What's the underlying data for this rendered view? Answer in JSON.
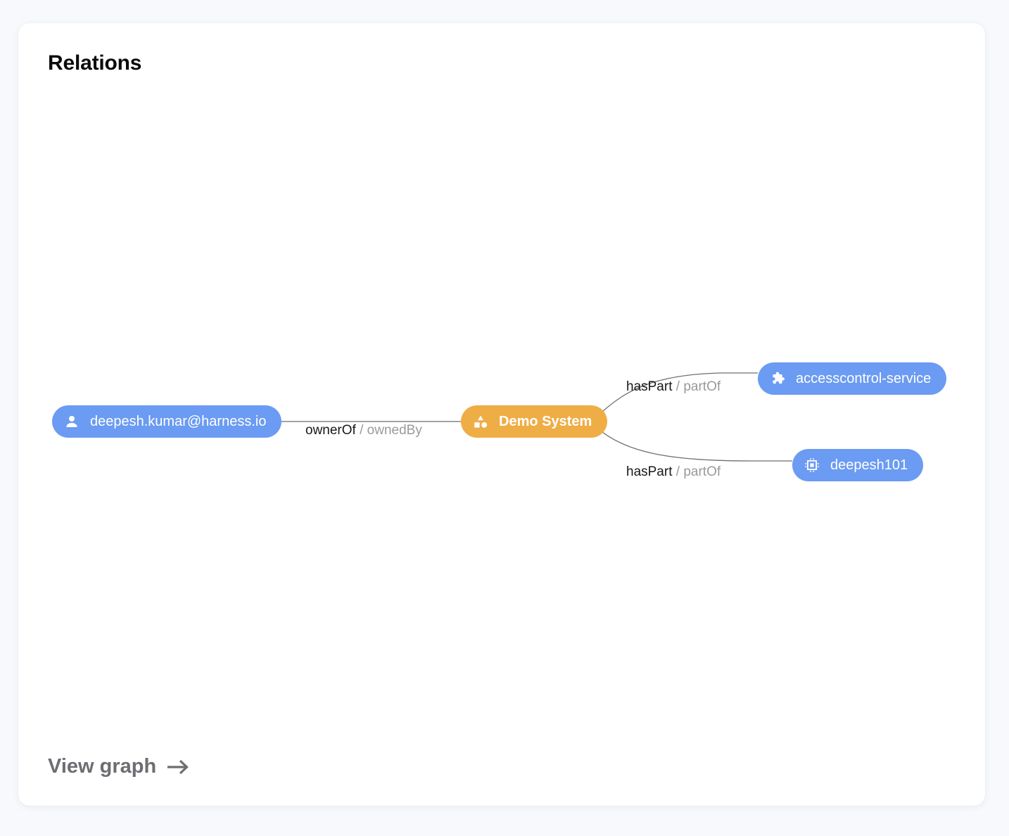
{
  "card": {
    "title": "Relations"
  },
  "graph": {
    "nodes": [
      {
        "id": "user",
        "label": "deepesh.kumar@harness.io",
        "icon": "person-icon",
        "color": "#6b9bf2",
        "kind": "user"
      },
      {
        "id": "system",
        "label": "Demo System",
        "icon": "category-icon",
        "color": "#efad45",
        "kind": "system"
      },
      {
        "id": "component",
        "label": "accesscontrol-service",
        "icon": "puzzle-icon",
        "color": "#6b9bf2",
        "kind": "component"
      },
      {
        "id": "resource",
        "label": "deepesh101",
        "icon": "memory-chip-icon",
        "color": "#6b9bf2",
        "kind": "resource"
      }
    ],
    "edges": [
      {
        "id": "owner",
        "from": "user",
        "to": "system",
        "forward": "ownerOf",
        "separator": "/",
        "reverse": "ownedBy"
      },
      {
        "id": "haspart-1",
        "from": "system",
        "to": "component",
        "forward": "hasPart",
        "separator": "/",
        "reverse": "partOf"
      },
      {
        "id": "haspart-2",
        "from": "system",
        "to": "resource",
        "forward": "hasPart",
        "separator": "/",
        "reverse": "partOf"
      }
    ],
    "edge_color": "#6e6e73"
  },
  "footer": {
    "view_graph_label": "View graph",
    "arrow_icon": "arrow-right-icon"
  }
}
